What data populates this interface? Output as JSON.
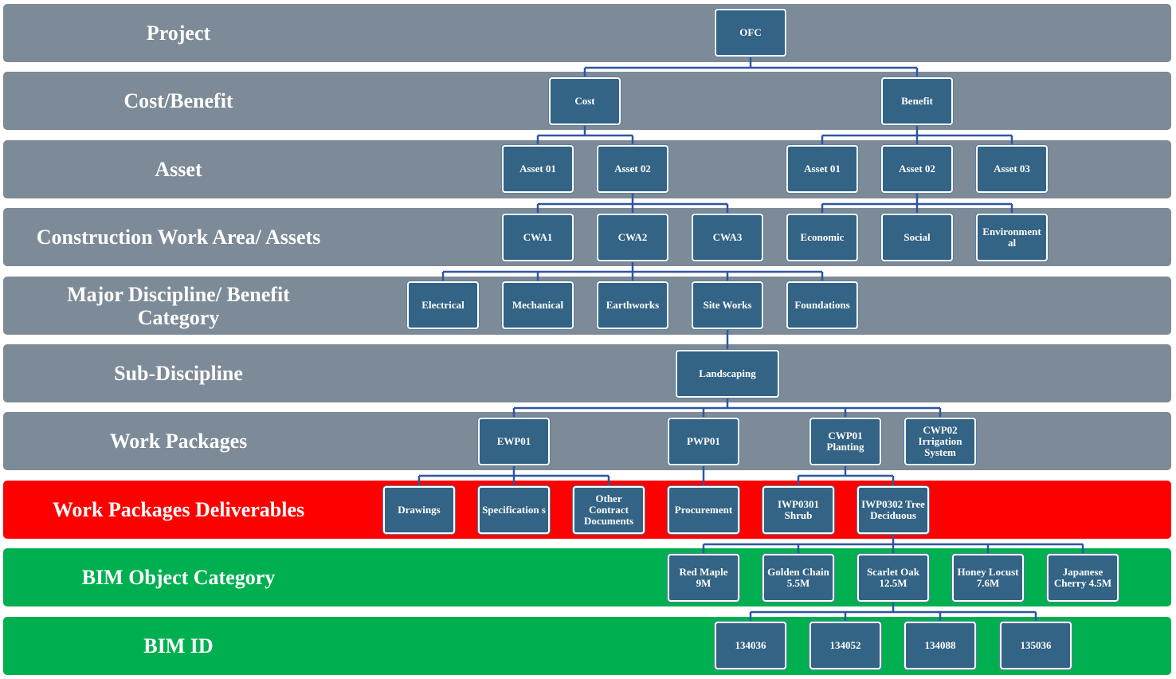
{
  "levels": [
    {
      "label": "Project",
      "color": "#7d8a97"
    },
    {
      "label": "Cost/Benefit",
      "color": "#7d8a97"
    },
    {
      "label": "Asset",
      "color": "#7d8a97"
    },
    {
      "label": "Construction Work Area/ Assets",
      "color": "#7d8a97"
    },
    {
      "label": "Major Discipline/ Benefit Category",
      "color": "#7d8a97"
    },
    {
      "label": "Sub-Discipline",
      "color": "#7d8a97"
    },
    {
      "label": "Work Packages",
      "color": "#7d8a97"
    },
    {
      "label": "Work Packages Deliverables",
      "color": "#ff0000"
    },
    {
      "label": "BIM Object Category",
      "color": "#00b050"
    },
    {
      "label": "BIM ID",
      "color": "#00b050"
    }
  ],
  "nodes": {
    "ofc": "OFC",
    "cost": "Cost",
    "benefit": "Benefit",
    "cost_asset_01": "Asset 01",
    "cost_asset_02": "Asset 02",
    "benefit_asset_01": "Asset 01",
    "benefit_asset_02": "Asset 02",
    "benefit_asset_03": "Asset 03",
    "cwa1": "CWA1",
    "cwa2": "CWA2",
    "cwa3": "CWA3",
    "economic": "Economic",
    "social": "Social",
    "environmental": "Environment al",
    "electrical": "Electrical",
    "mechanical": "Mechanical",
    "earthworks": "Earthworks",
    "site_works": "Site Works",
    "foundations": "Foundations",
    "landscaping": "Landscaping",
    "ewp01": "EWP01",
    "pwp01": "PWP01",
    "cwp01": "CWP01 Planting",
    "cwp02": "CWP02 Irrigation System",
    "drawings": "Drawings",
    "specifications": "Specification s",
    "other_contract_documents": "Other Contract Documents",
    "procurement": "Procurement",
    "iwp0301": "IWP0301 Shrub",
    "iwp0302": "IWP0302 Tree Deciduous",
    "red_maple": "Red Maple 9M",
    "golden_chain": "Golden Chain 5.5M",
    "scarlet_oak": "Scarlet Oak 12.5M",
    "honey_locust": "Honey Locust 7.6M",
    "japanese_cherry": "Japanese Cherry 4.5M",
    "bim_134036": "134036",
    "bim_134052": "134052",
    "bim_134088": "134088",
    "bim_135036": "135036"
  },
  "colors": {
    "node_fill": "#336385",
    "connector": "#2f55a4"
  }
}
